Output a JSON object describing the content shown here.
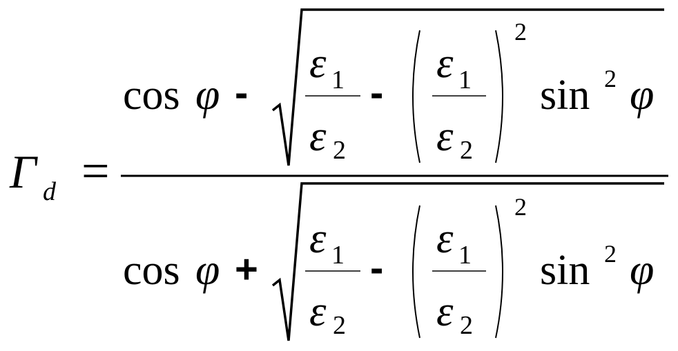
{
  "formula": {
    "lhs": {
      "symbol": "Γ",
      "subscript": "d"
    },
    "equals": "=",
    "numerator": {
      "cos": "cos",
      "phi": "φ",
      "operator": "-",
      "root": {
        "frac1": {
          "top": "ε",
          "top_sub": "1",
          "bottom": "ε",
          "bottom_sub": "2"
        },
        "minus": "-",
        "lparen": "(",
        "frac2": {
          "top": "ε",
          "top_sub": "1",
          "bottom": "ε",
          "bottom_sub": "2"
        },
        "rparen": ")",
        "power": "2",
        "sin": "sin",
        "sin_power": "2",
        "phi": "φ"
      }
    },
    "denominator": {
      "cos": "cos",
      "phi": "φ",
      "operator": "+",
      "root": {
        "frac1": {
          "top": "ε",
          "top_sub": "1",
          "bottom": "ε",
          "bottom_sub": "2"
        },
        "minus": "-",
        "lparen": "(",
        "frac2": {
          "top": "ε",
          "top_sub": "1",
          "bottom": "ε",
          "bottom_sub": "2"
        },
        "rparen": ")",
        "power": "2",
        "sin": "sin",
        "sin_power": "2",
        "phi": "φ"
      }
    }
  }
}
